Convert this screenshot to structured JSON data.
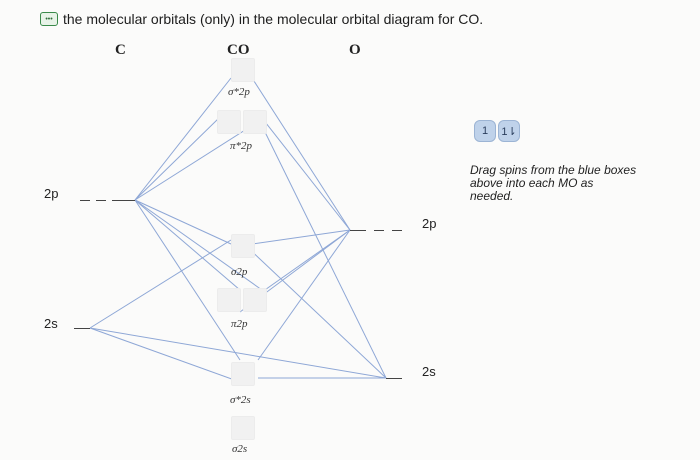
{
  "instruction": "the molecular orbitals (only) in the molecular orbital diagram for CO.",
  "hint_icon": "speech-bubble-icon",
  "headers": {
    "left": "C",
    "center": "CO",
    "right": "O"
  },
  "left_levels": {
    "p": "2p",
    "s": "2s"
  },
  "right_levels": {
    "p": "2p",
    "s": "2s"
  },
  "mo_labels": {
    "sigma_star_2p": "σ*2p",
    "pi_star_2p": "π*2p",
    "sigma_2p": "σ2p",
    "pi_2p": "π2p",
    "sigma_star_2s": "σ*2s",
    "sigma_2s": "σ2s"
  },
  "spin_chips": {
    "single": "1",
    "pair": "1⇂"
  },
  "drag_hint": "Drag spins from the blue boxes above into each MO as needed.",
  "colors": {
    "link_line": "#8ea7d6",
    "spin_chip": "#bfd2ea",
    "mo_box": "#f1f1f1"
  }
}
